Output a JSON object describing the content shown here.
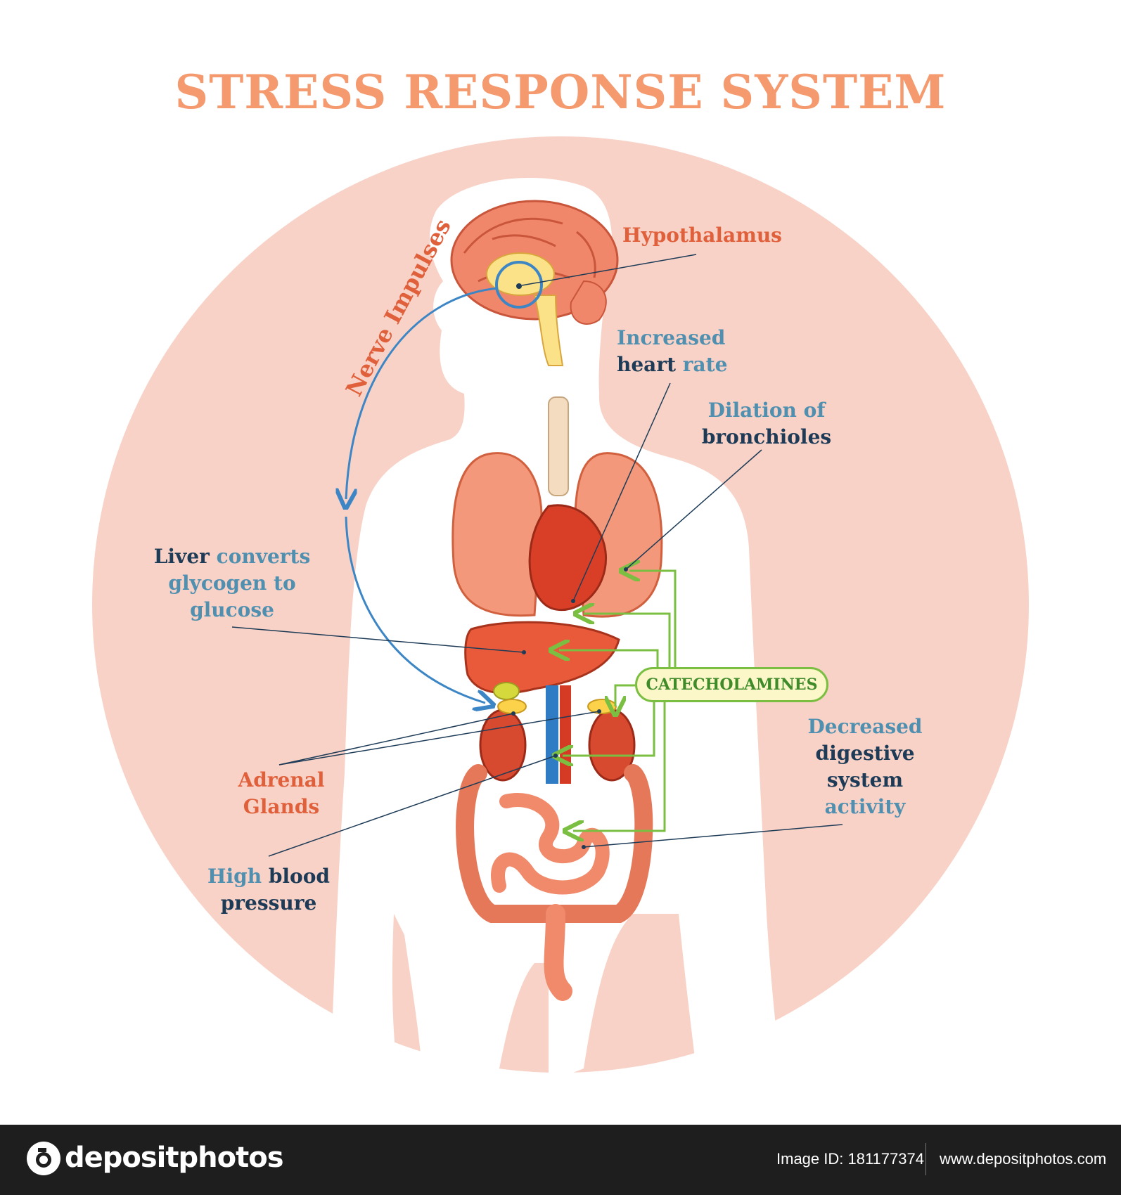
{
  "title": "STRESS RESPONSE SYSTEM",
  "labels": {
    "hypothalamus": "Hypothalamus",
    "nerve_impulses": "Nerve Impulses",
    "increased_heart_rate": {
      "part1": "Increased",
      "part2": "heart",
      "part3": "rate"
    },
    "dilation": {
      "part1": "Dilation of",
      "part2": "bronchioles"
    },
    "liver": {
      "part1": "Liver",
      "part2": "converts",
      "part3": "glycogen to",
      "part4": "glucose"
    },
    "catecholamines": "CATECHOLAMINES",
    "adrenal": {
      "line1": "Adrenal",
      "line2": "Glands"
    },
    "high_blood_pressure": {
      "part1": "High",
      "part2": "blood",
      "part3": "pressure"
    },
    "decreased_digestive": {
      "line1": "Decreased",
      "line2": "digestive",
      "line3": "system",
      "line4": "activity"
    }
  },
  "footer": {
    "brand": "depositphotos",
    "image_id": "Image ID: 181177374",
    "site": "www.depositphotos.com"
  },
  "colors": {
    "title": "#f49a6e",
    "circle": "#f8d2c6",
    "label_blue": "#4f8fb0",
    "label_navy": "#1d3b57",
    "label_red": "#e0603c",
    "nerve_line": "#3d86c6",
    "catecholamine_line": "#7bbf42",
    "organ": "#f0876a",
    "footer_bg": "#1e1e1e"
  }
}
